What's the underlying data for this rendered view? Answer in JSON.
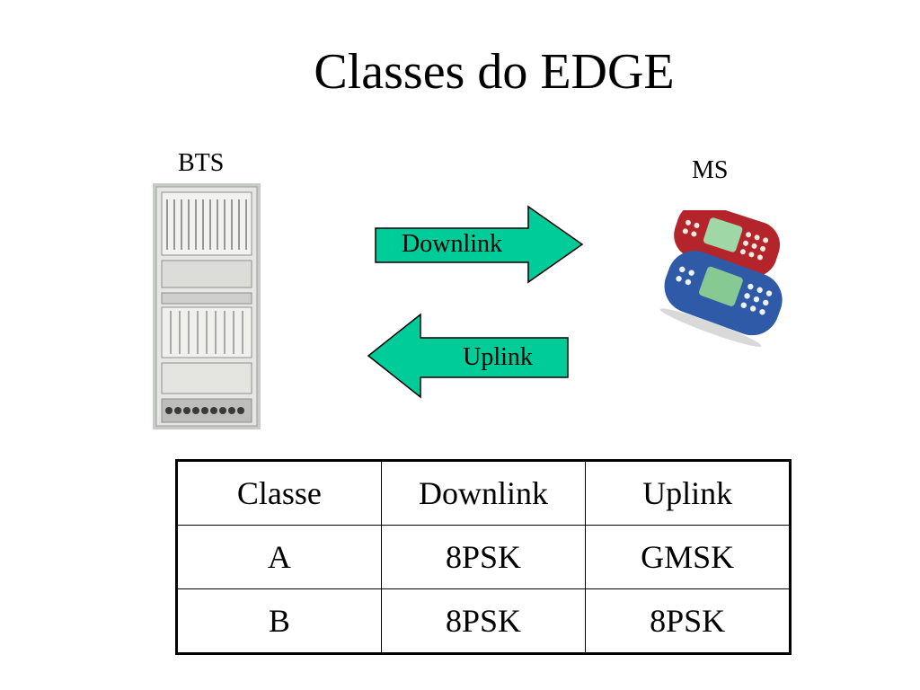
{
  "title": "Classes do EDGE",
  "bts_label": "BTS",
  "ms_label": "MS",
  "arrows": {
    "downlink": "Downlink",
    "uplink": "Uplink"
  },
  "arrow_color": "#00CC99",
  "table": {
    "header": [
      "Classe",
      "Downlink",
      "Uplink"
    ],
    "rows": [
      [
        "A",
        "8PSK",
        "GMSK"
      ],
      [
        "B",
        "8PSK",
        "8PSK"
      ]
    ]
  }
}
